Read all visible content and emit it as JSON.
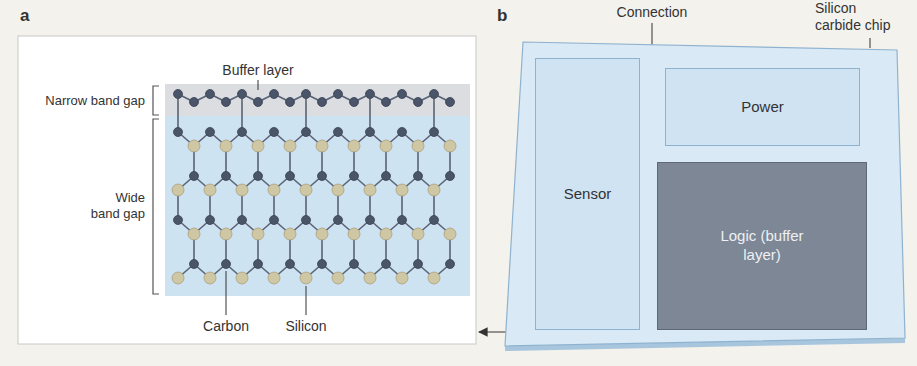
{
  "diagram": {
    "nodes": [
      {
        "text": [
          "Silicon carbide chip"
        ]
      },
      {
        "text": [
          "Sensor"
        ],
        "in": 0
      },
      {
        "text": [
          "Power"
        ],
        "in": 0
      },
      {
        "text": [
          "Logic (buffer layer)"
        ],
        "in": 0
      }
    ],
    "edges": [
      {
        "from": 1,
        "to": 2,
        "arrow": "none"
      },
      {
        "from": 1,
        "to": 2,
        "arrow": "none"
      },
      {
        "from": 1,
        "to": 3,
        "arrow": "none"
      },
      {
        "from": 1,
        "to": 3,
        "arrow": "none"
      },
      {
        "from": 2,
        "to": 3,
        "arrow": "none"
      },
      {
        "from": 2,
        "to": 3,
        "arrow": "none"
      },
      {
        "from": 2,
        "to": 3,
        "arrow": "none"
      }
    ],
    "labels": [
      "a",
      "Buffer layer",
      "Narrow band gap",
      "Wide band gap",
      "Carbon",
      "Silicon",
      "b",
      "Connection"
    ]
  }
}
